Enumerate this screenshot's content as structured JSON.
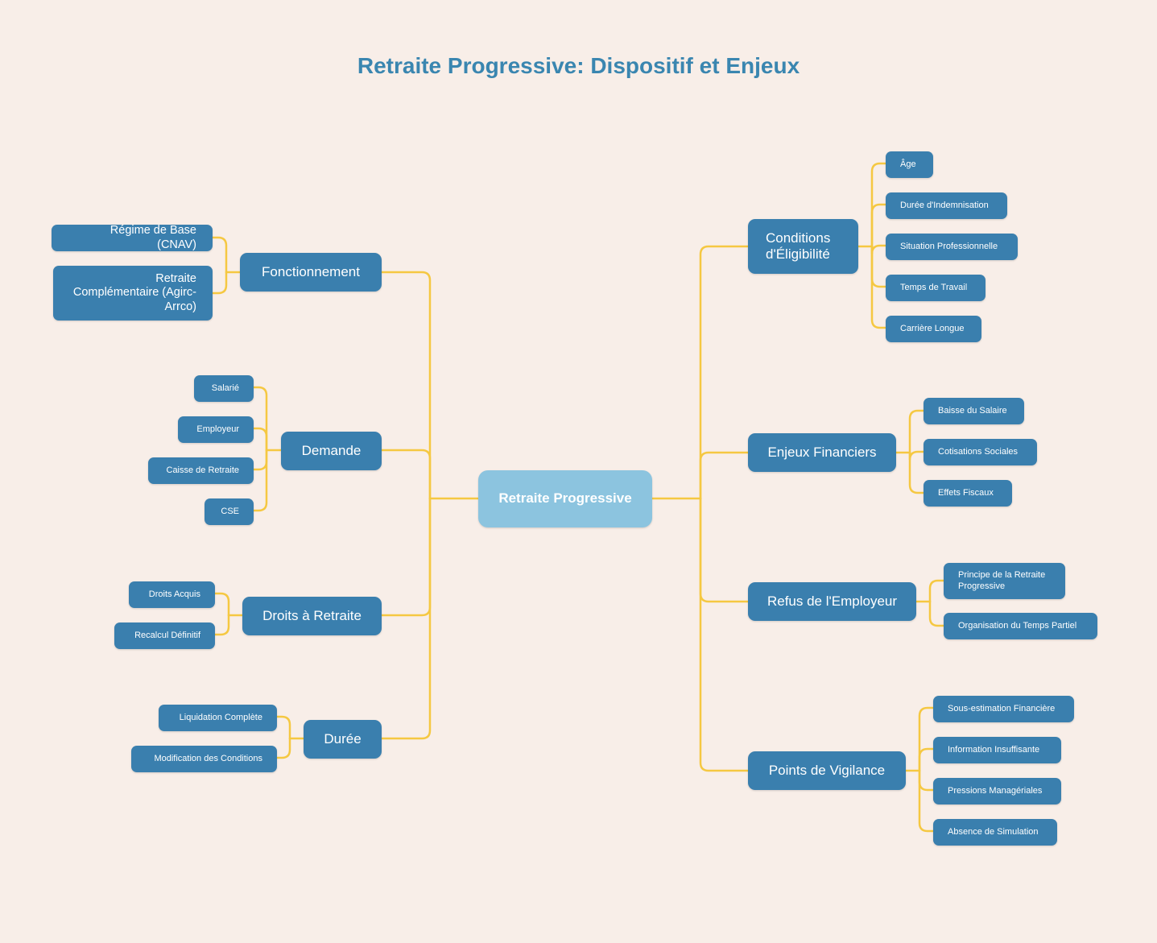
{
  "title": "Retraite Progressive: Dispositif et Enjeux",
  "colors": {
    "background": "#f8eee8",
    "node": "#3a7fae",
    "root": "#8cc4df",
    "edge": "#f5c842",
    "title": "#3a86b0"
  },
  "root": {
    "label": "Retraite Progressive"
  },
  "left_branches": [
    {
      "label": "Fonctionnement",
      "children": [
        "Régime de Base (CNAV)",
        "Retraite Complémentaire (Agirc-Arrco)"
      ]
    },
    {
      "label": "Demande",
      "children": [
        "Salarié",
        "Employeur",
        "Caisse de Retraite",
        "CSE"
      ]
    },
    {
      "label": "Droits à Retraite",
      "children": [
        "Droits Acquis",
        "Recalcul Définitif"
      ]
    },
    {
      "label": "Durée",
      "children": [
        "Liquidation Complète",
        "Modification des Conditions"
      ]
    }
  ],
  "right_branches": [
    {
      "label": "Conditions d'Éligibilité",
      "children": [
        "Âge",
        "Durée d'Indemnisation",
        "Situation Professionnelle",
        "Temps de Travail",
        "Carrière Longue"
      ]
    },
    {
      "label": "Enjeux Financiers",
      "children": [
        "Baisse du Salaire",
        "Cotisations Sociales",
        "Effets Fiscaux"
      ]
    },
    {
      "label": "Refus de l'Employeur",
      "children": [
        "Principe de la Retraite Progressive",
        "Organisation du Temps Partiel"
      ]
    },
    {
      "label": "Points de Vigilance",
      "children": [
        "Sous-estimation Financière",
        "Information Insuffisante",
        "Pressions Managériales",
        "Absence de Simulation"
      ]
    }
  ]
}
